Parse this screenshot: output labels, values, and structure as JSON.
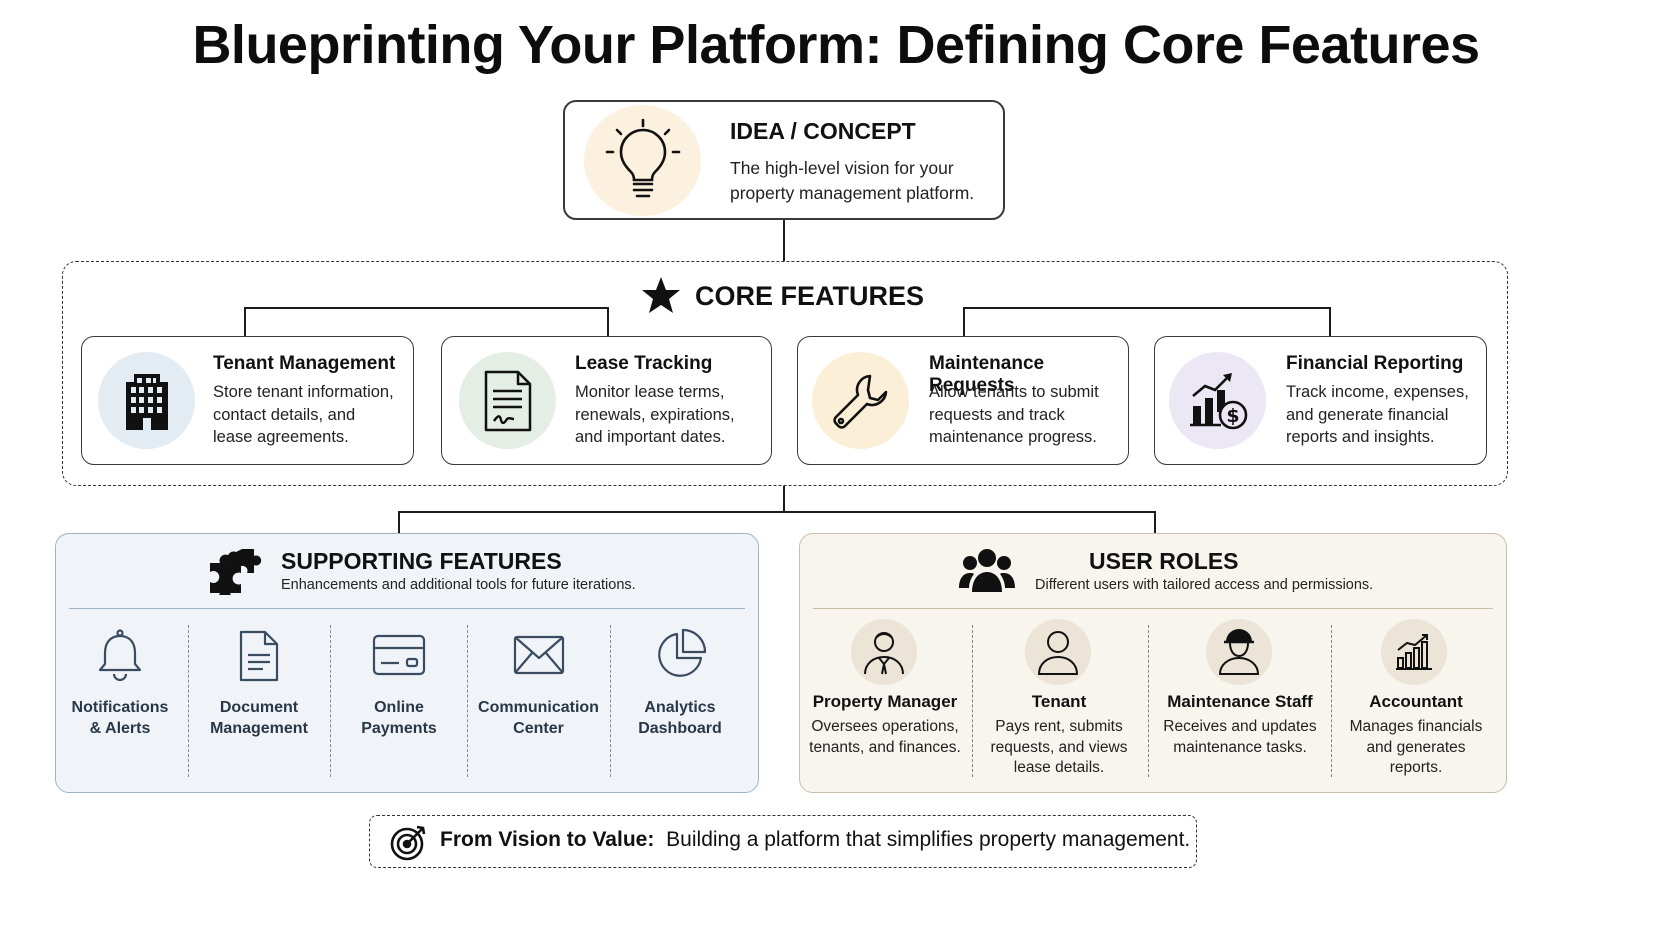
{
  "title": "Blueprinting Your Platform: Defining Core Features",
  "idea": {
    "heading": "IDEA / CONCEPT",
    "text_line1": "The high-level vision for your",
    "text_line2": "property management platform.",
    "icon": "lightbulb-icon"
  },
  "core": {
    "heading": "CORE FEATURES",
    "icon": "star-icon",
    "features": [
      {
        "title": "Tenant Management",
        "line1": "Store tenant information,",
        "line2": "contact details, and",
        "line3": "lease agreements.",
        "icon": "building-icon",
        "circle_color": "#e3ebf3"
      },
      {
        "title": "Lease Tracking",
        "line1": "Monitor lease terms,",
        "line2": "renewals, expirations,",
        "line3": "and important dates.",
        "icon": "document-icon",
        "circle_color": "#e4eee5"
      },
      {
        "title": "Maintenance Requests",
        "line1": "Allow tenants to submit",
        "line2": "requests and track",
        "line3": "maintenance progress.",
        "icon": "wrench-icon",
        "circle_color": "#fbefd8"
      },
      {
        "title": "Financial Reporting",
        "line1": "Track income, expenses,",
        "line2": "and generate financial",
        "line3": "reports and insights.",
        "icon": "finance-chart-icon",
        "circle_color": "#ebe7f4"
      }
    ]
  },
  "supporting": {
    "heading": "SUPPORTING FEATURES",
    "subtitle": "Enhancements and additional tools for future iterations.",
    "icon": "puzzle-icon",
    "panel_color": "#f0f4f9",
    "items": [
      {
        "line1": "Notifications",
        "line2": "& Alerts",
        "icon": "bell-icon"
      },
      {
        "line1": "Document",
        "line2": "Management",
        "icon": "file-icon"
      },
      {
        "line1": "Online",
        "line2": "Payments",
        "icon": "credit-card-icon"
      },
      {
        "line1": "Communication",
        "line2": "Center",
        "icon": "envelope-icon"
      },
      {
        "line1": "Analytics",
        "line2": "Dashboard",
        "icon": "pie-chart-icon"
      }
    ]
  },
  "roles": {
    "heading": "USER ROLES",
    "subtitle": "Different users with tailored access and permissions.",
    "icon": "users-group-icon",
    "panel_color": "#f8f5ee",
    "items": [
      {
        "name": "Property Manager",
        "line1": "Oversees operations,",
        "line2": "tenants, and finances.",
        "line3": "",
        "icon": "manager-avatar-icon"
      },
      {
        "name": "Tenant",
        "line1": "Pays rent, submits",
        "line2": "requests, and views",
        "line3": "lease details.",
        "icon": "tenant-avatar-icon"
      },
      {
        "name": "Maintenance Staff",
        "line1": "Receives and updates",
        "line2": "maintenance tasks.",
        "line3": "",
        "icon": "worker-avatar-icon"
      },
      {
        "name": "Accountant",
        "line1": "Manages financials",
        "line2": "and generates",
        "line3": "reports.",
        "icon": "bar-chart-icon"
      }
    ]
  },
  "footer": {
    "bold": "From Vision to Value:",
    "text": "Building a platform that simplifies property management.",
    "icon": "target-icon"
  }
}
